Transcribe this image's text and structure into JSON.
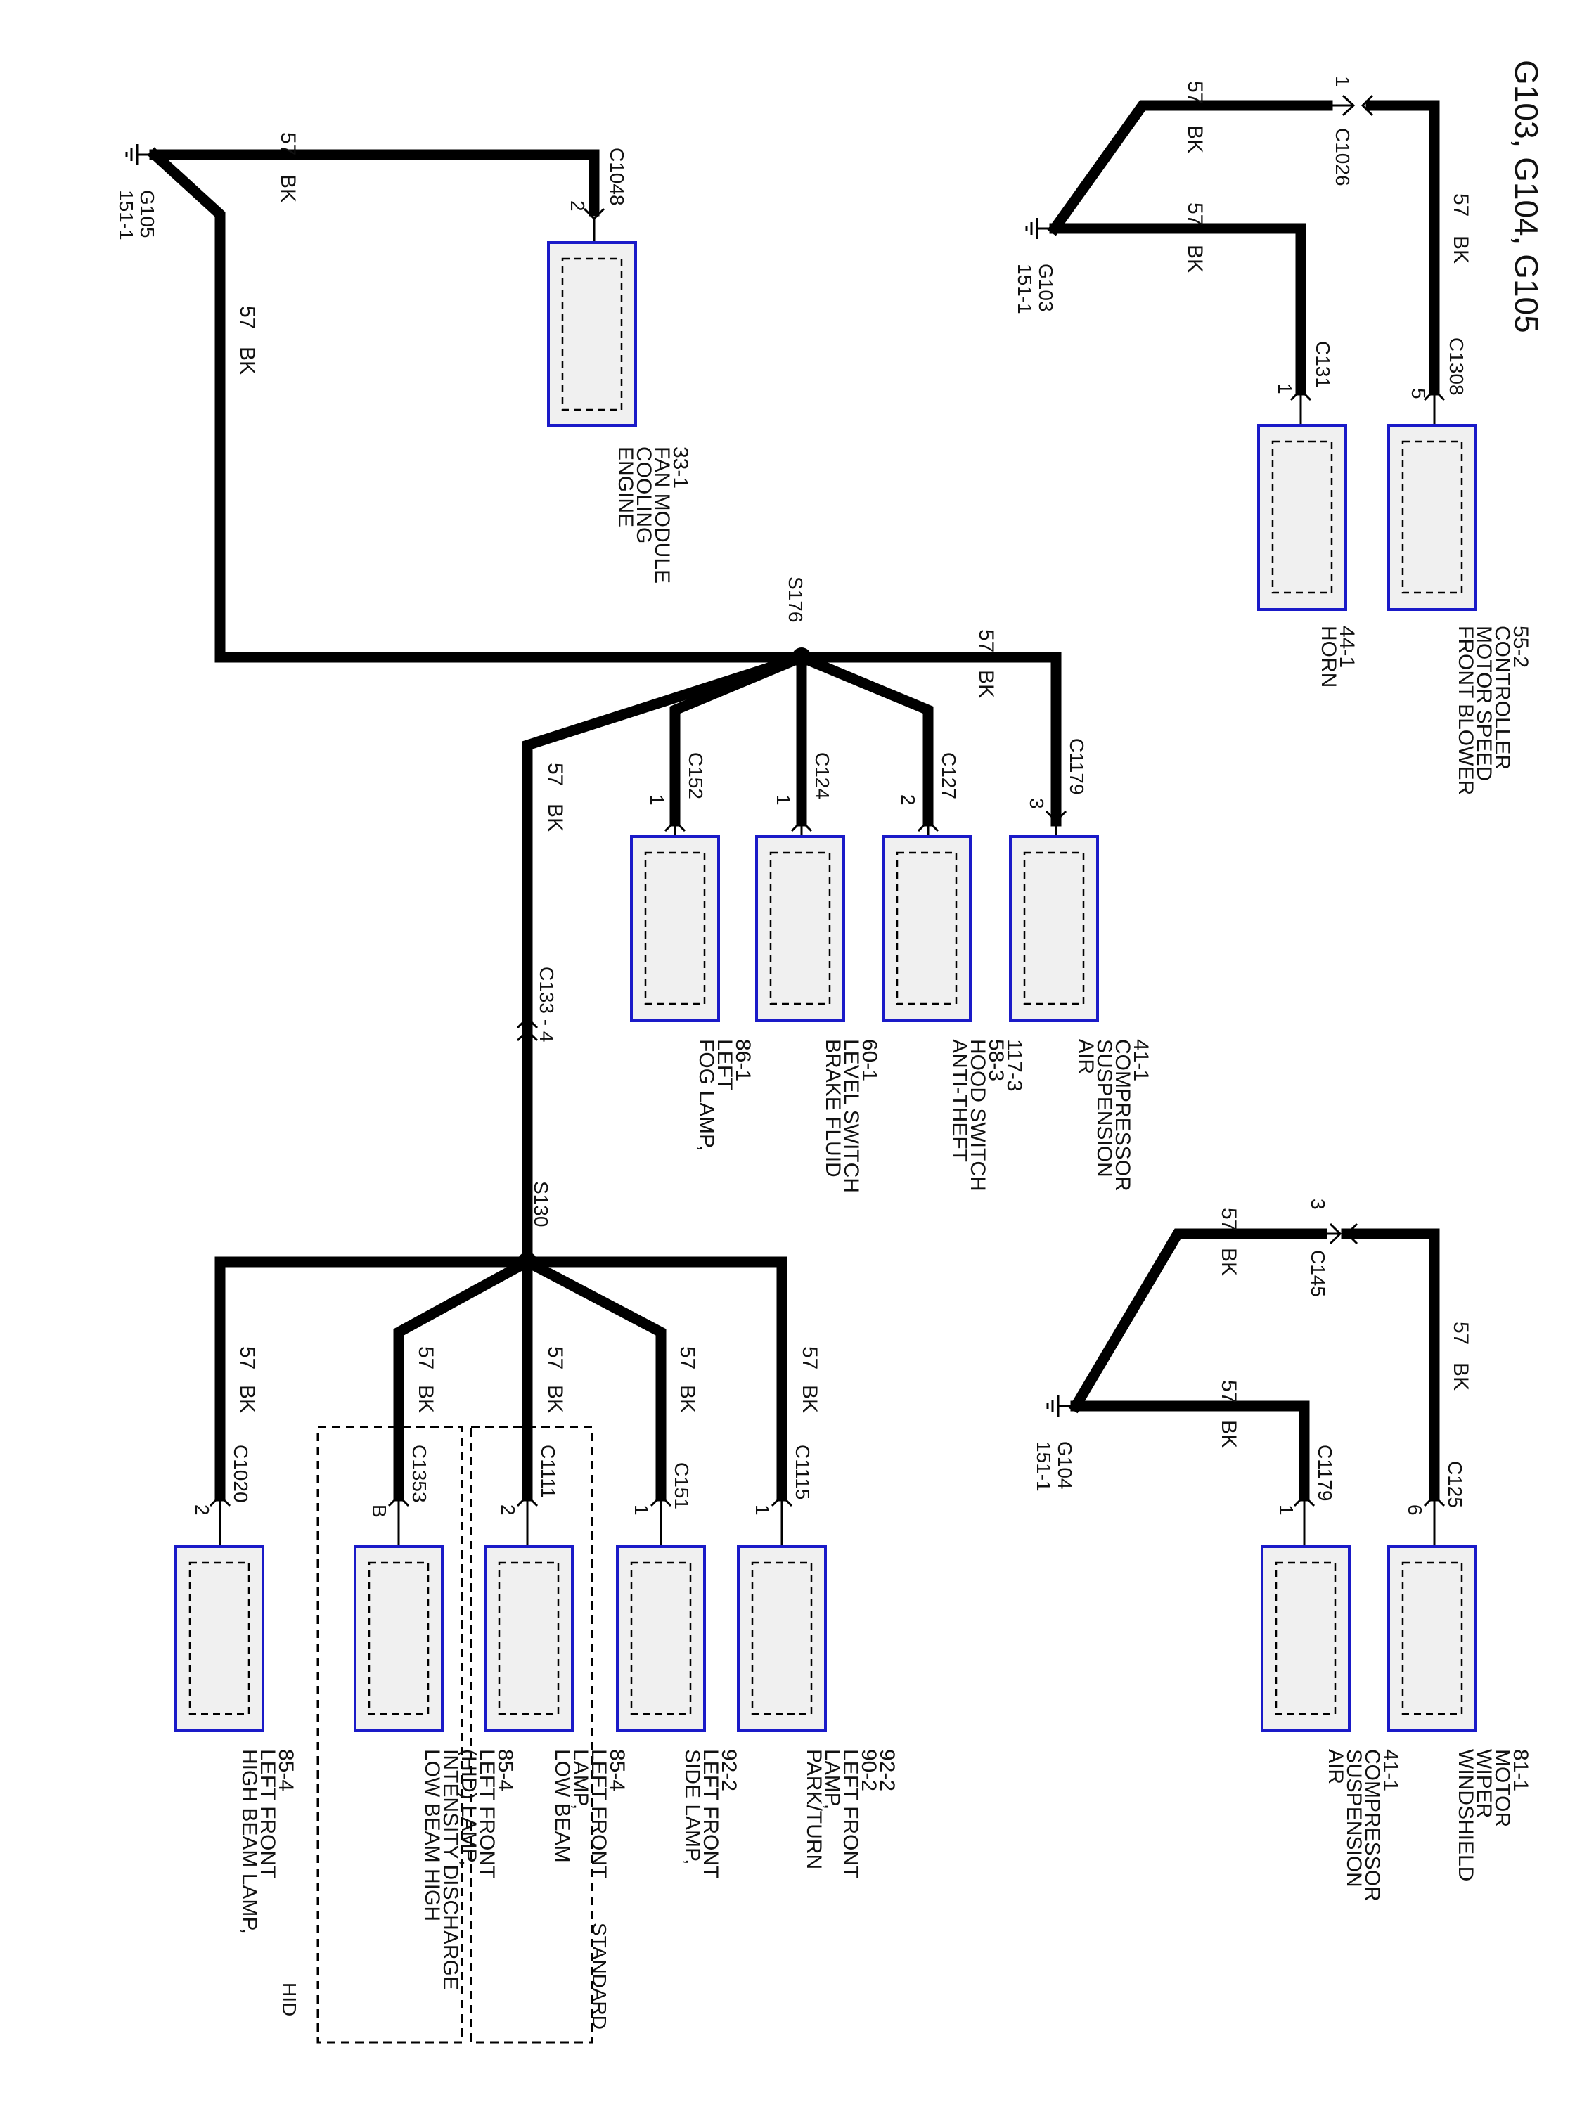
{
  "title": "G103, G104, G105",
  "wire": {
    "circuit": "57",
    "color": "BK"
  },
  "grounds": {
    "g105": {
      "name": "G105",
      "page": "151-1"
    },
    "g103": {
      "name": "G103",
      "page": "151-1"
    },
    "g104": {
      "name": "G104",
      "page": "151-1"
    }
  },
  "splices": {
    "s176": "S176",
    "s130": "S130"
  },
  "inline_connectors": {
    "c1026": {
      "name": "C1026",
      "pin": "1"
    },
    "c145": {
      "name": "C145",
      "pin": "3"
    },
    "c133": {
      "name": "C133 - 4"
    }
  },
  "components": {
    "engine_cooling_fan": {
      "connector": "C1048",
      "pin": "2",
      "lines": [
        "ENGINE",
        "COOLING",
        "FAN MODULE",
        "33-1"
      ]
    },
    "horn": {
      "connector": "C131",
      "pin": "1",
      "lines": [
        "HORN",
        "44-1"
      ]
    },
    "front_blower": {
      "connector": "C1308",
      "pin": "5",
      "lines": [
        "FRONT BLOWER",
        "MOTOR SPEED",
        "CONTROLLER",
        "55-2"
      ]
    },
    "fog_lamp": {
      "connector": "C152",
      "pin": "1",
      "lines": [
        "FOG LAMP,",
        "LEFT",
        "86-1"
      ]
    },
    "brake_fluid": {
      "connector": "C124",
      "pin": "1",
      "lines": [
        "BRAKE FLUID",
        "LEVEL SWITCH",
        "60-1"
      ]
    },
    "anti_theft": {
      "connector": "C127",
      "pin": "2",
      "lines": [
        "ANTI-THEFT",
        "HOOD SWITCH",
        "58-3",
        "117-3"
      ]
    },
    "air_susp_1": {
      "connector": "C1179",
      "pin": "3",
      "lines": [
        "AIR",
        "SUSPENSION",
        "COMPRESSOR",
        "41-1"
      ]
    },
    "air_susp_2": {
      "connector": "C1179",
      "pin": "1",
      "lines": [
        "AIR",
        "SUSPENSION",
        "COMPRESSOR",
        "41-1"
      ]
    },
    "wiper": {
      "connector": "C125",
      "pin": "6",
      "lines": [
        "WINDSHIELD",
        "WIPER",
        "MOTOR",
        "81-1"
      ]
    },
    "high_beam": {
      "connector": "C1020",
      "pin": "2",
      "lines": [
        "HIGH BEAM LAMP,",
        "LEFT FRONT",
        "85-4"
      ]
    },
    "low_beam_hid": {
      "connector": "C1353",
      "pin": "B",
      "lines": [
        "LOW BEAM HIGH",
        "INTENSITY DISCHARGE",
        "(HID) LAMP,",
        "LEFT FRONT",
        "85-4"
      ]
    },
    "low_beam": {
      "connector": "C1111",
      "pin": "2",
      "lines": [
        "LOW BEAM",
        "LAMP,",
        "LEFT FRONT",
        "85-4"
      ]
    },
    "side_lamp": {
      "connector": "C151",
      "pin": "1",
      "lines": [
        "SIDE LAMP,",
        "LEFT FRONT",
        "92-2"
      ]
    },
    "park_turn": {
      "connector": "C1115",
      "pin": "1",
      "lines": [
        "PARK/TURN",
        "LAMP,",
        "LEFT FRONT",
        "90-2",
        "92-2"
      ]
    }
  },
  "option_groups": {
    "hid": "HID",
    "standard": "STANDARD"
  }
}
